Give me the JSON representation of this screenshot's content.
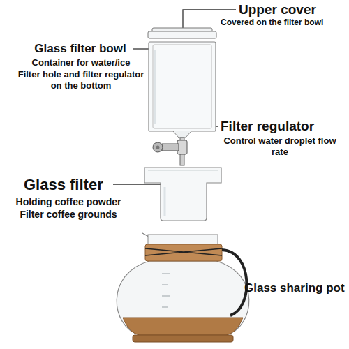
{
  "diagram": {
    "labels": [
      "Upper cover",
      "Covered on the filter bowl",
      "Glass filter bowl",
      "Container for water/ice",
      "Filter hole and filter regulator on the bottom",
      "Filter regulator",
      "Control water droplet flow rate",
      "Glass filter",
      "Holding coffee powder",
      "Filter coffee grounds",
      "Glass sharing pot"
    ]
  }
}
